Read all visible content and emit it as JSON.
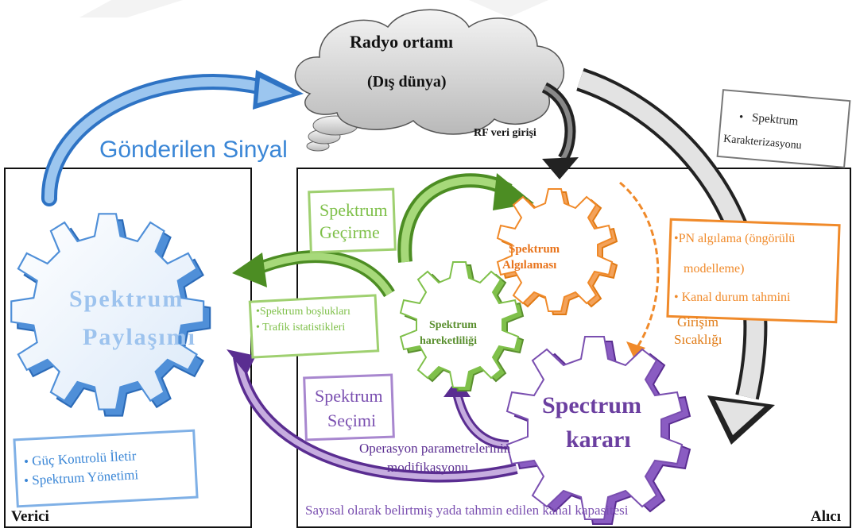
{
  "cloud": {
    "title": "Radyo ortamı",
    "subtitle": "(Dış dünya)"
  },
  "transmitted_signal": "Gönderilen Sinyal",
  "rf_input": "RF veri girişi",
  "characterization": {
    "bullet": "•",
    "line1": "Spektrum",
    "line2": "Karakterizasyonu"
  },
  "spectrum_passing": {
    "line1": "Spektrum",
    "line2": "Geçirme"
  },
  "sensing_gear": {
    "line1": "Spektrum",
    "line2": "Algılaması"
  },
  "pn_box": {
    "line1": "•PN algılama (öngörülü",
    "line2": "modelleme)",
    "line3": "• Kanal durum tahmini"
  },
  "interference": {
    "line1": "Girişim",
    "line2": "Sıcaklığı"
  },
  "holes_box": {
    "line1": "•Spektrum boşlukları",
    "line2": "• Trafik istatistikleri"
  },
  "mobility_gear": {
    "line1": "Spektrum",
    "line2": "hareketliliği"
  },
  "selection_box": {
    "line1": "Spektrum",
    "line2": "Seçimi"
  },
  "decision_gear": {
    "line1": "Spectrum",
    "line2": "kararı"
  },
  "operation": {
    "line1": "Operasyon parametrelerinin",
    "line2": "modifikasyonu"
  },
  "capacity": "Sayısal olarak belirtmiş yada tahmin edilen kanal kapasitesi",
  "sharing_gear": {
    "line1": "Spektrum",
    "line2": "Paylaşımı"
  },
  "transmitter_box": {
    "line1": "• Güç Kontrolü İletir",
    "line2": "• Spektrum Yönetimi"
  },
  "transmitter_label": "Verici",
  "receiver_label": "Alıcı",
  "colors": {
    "blue": "#3a86d6",
    "green": "#7fc04a",
    "orange": "#f08a2a",
    "purple": "#7a4fb0",
    "gray": "#bdbdbd"
  }
}
